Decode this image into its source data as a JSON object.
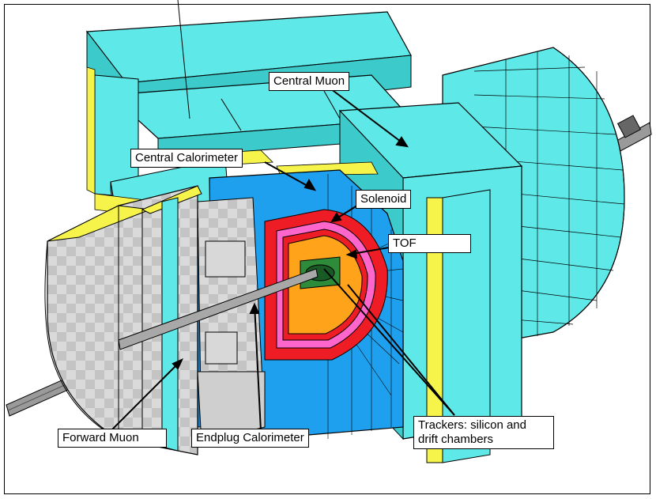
{
  "colors": {
    "cyan": "#5fe8e8",
    "cyan_dark": "#3ccaca",
    "blue": "#1fa0ee",
    "blue_dark": "#1580c8",
    "yellow": "#f6f34a",
    "red": "#ee1c24",
    "pink": "#ff66cc",
    "orange": "#ffa41a",
    "gray": "#bdbdbd",
    "gray_light": "#d8d8d8",
    "green": "#2e8b3a"
  },
  "labels": {
    "central_muon": "Central Muon",
    "central_calorimeter": "Central Calorimeter",
    "solenoid": "Solenoid",
    "tof": "TOF",
    "trackers_line1": "Trackers: silicon and",
    "trackers_line2": "drift chambers",
    "forward_muon": "Forward Muon",
    "endplug_calorimeter": "Endplug Calorimeter"
  }
}
